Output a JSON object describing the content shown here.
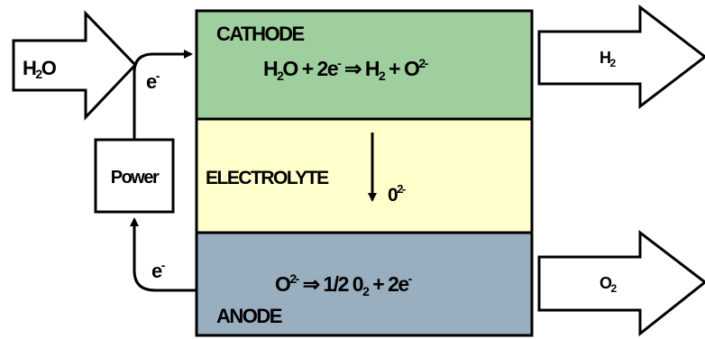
{
  "cathode": {
    "title": "CATHODE",
    "reaction": {
      "p1": "H",
      "p1_sub": "2",
      "p2": "O + 2e",
      "p2_sup": "-",
      "arrow": " ⇒ ",
      "p3": "H",
      "p3_sub": "2",
      "p4": " + O",
      "p4_sup": "2-"
    }
  },
  "electrolyte": {
    "title": "ELECTROLYTE",
    "ion": {
      "base": "0",
      "sup": "2-"
    }
  },
  "anode": {
    "title": "ANODE",
    "reaction": {
      "p1": "O",
      "p1_sup": "2-",
      "arrow": " ⇒ ",
      "p2": "1/2 0",
      "p2_sub": "2",
      "p3": " + 2e",
      "p3_sup": "-"
    }
  },
  "power_label": "Power",
  "electron_top": {
    "base": "e",
    "sup": "-"
  },
  "electron_bottom": {
    "base": "e",
    "sup": "-"
  },
  "input_arrow": {
    "base": "H",
    "sub": "2",
    "rest": "O"
  },
  "output_h2": {
    "base": "H",
    "sub": "2"
  },
  "output_o2": {
    "base": "O",
    "sub": "2"
  },
  "colors": {
    "cathode": "#9fcf9f",
    "electrolyte": "#ffffcc",
    "anode": "#99aebf",
    "stroke": "#000000"
  }
}
